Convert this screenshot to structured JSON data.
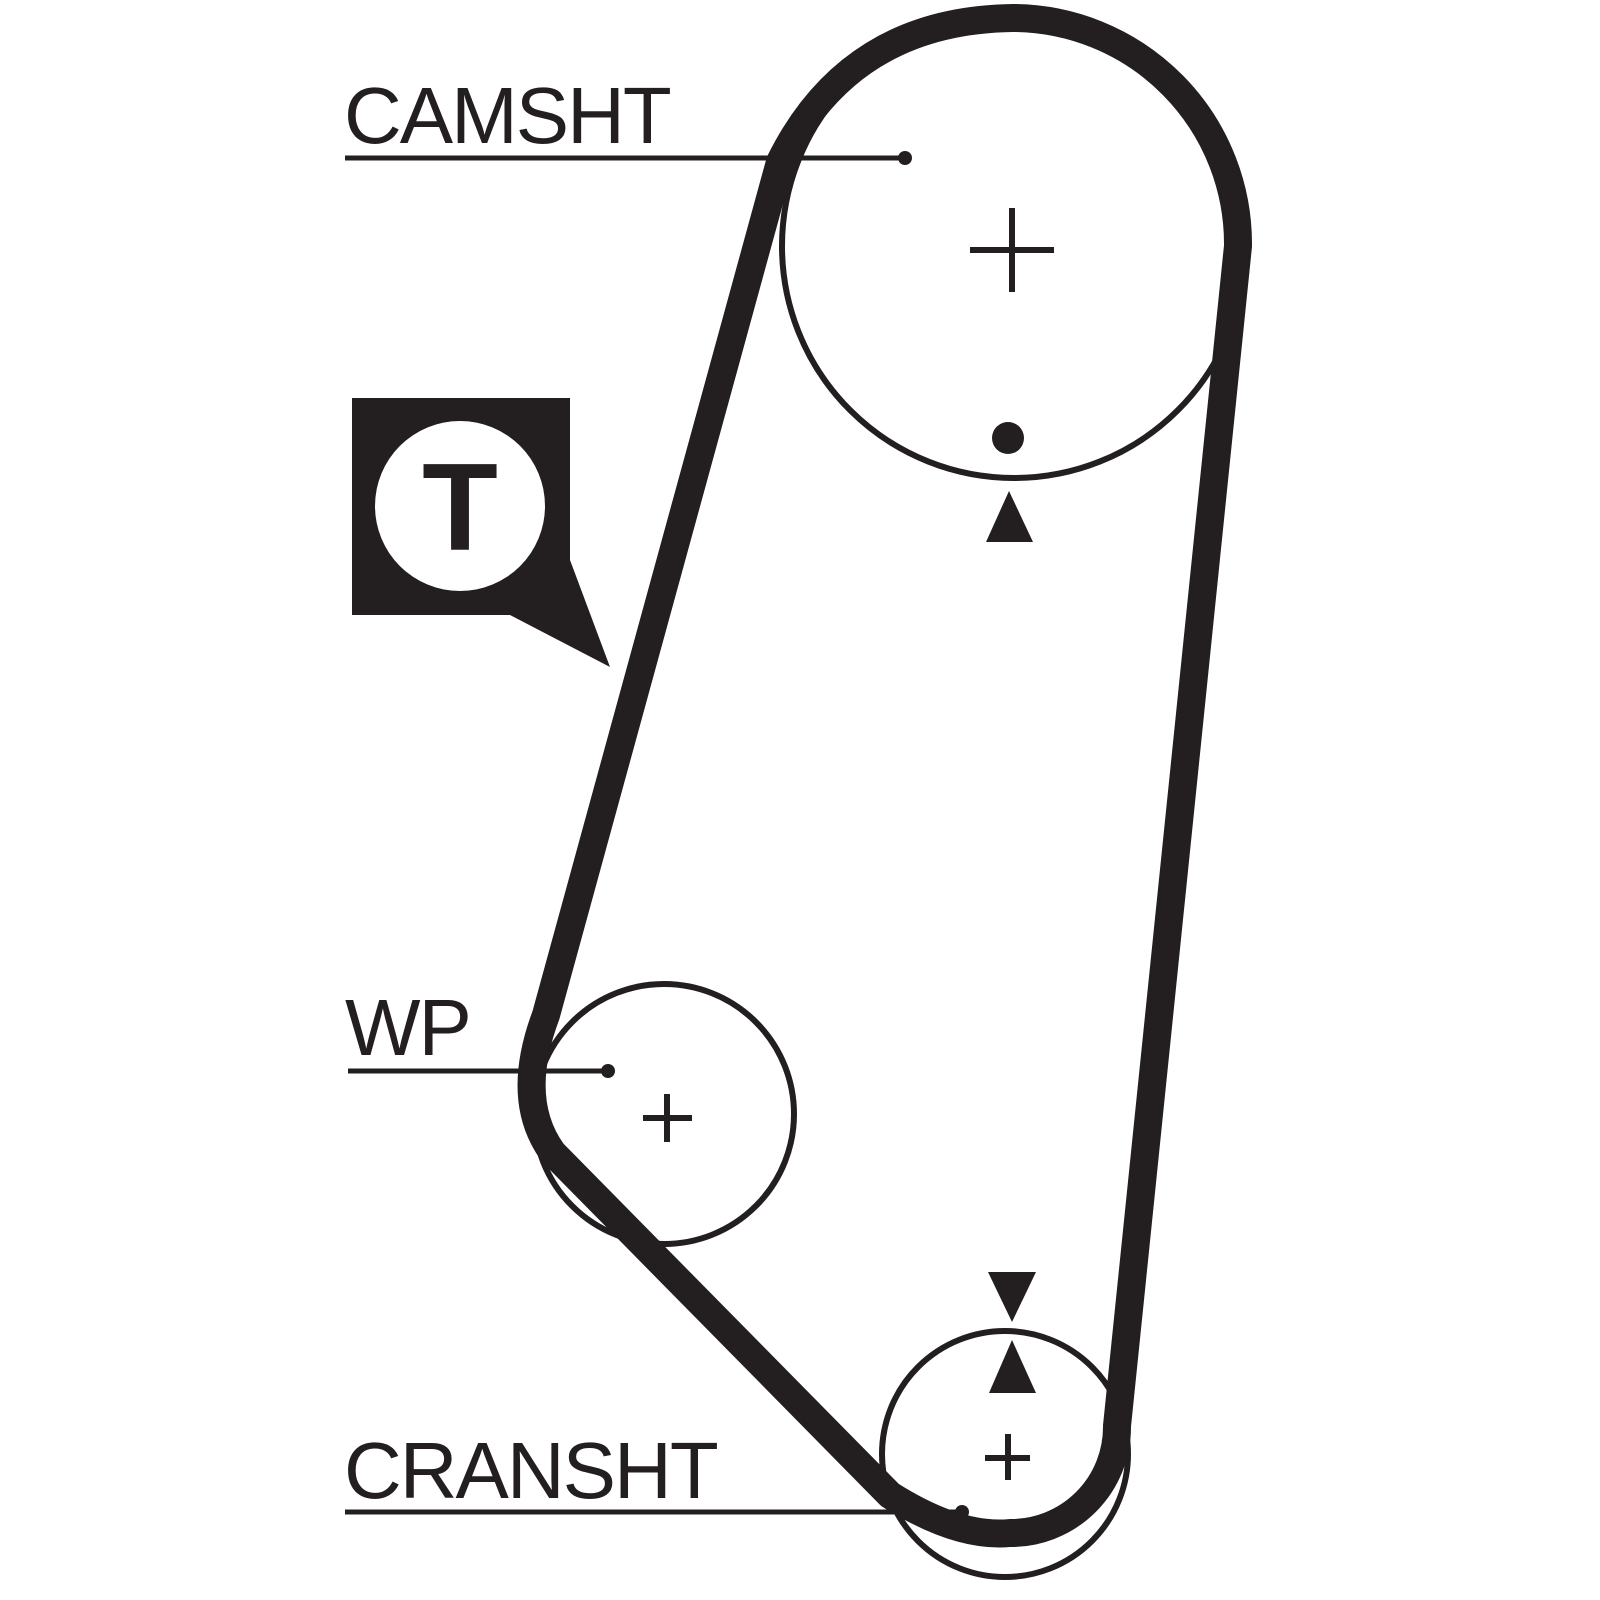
{
  "labels": {
    "camshaft": "CAMSHT",
    "water_pump": "WP",
    "crankshaft": "CRANSHT"
  },
  "tensioner_symbol": {
    "letter": "T"
  },
  "colors": {
    "ink": "#231f20",
    "background": "#ffffff"
  },
  "icons": [
    "center-cross-icon",
    "timing-mark-dot-icon",
    "timing-mark-triangle-icon",
    "tensioner-t-icon"
  ]
}
